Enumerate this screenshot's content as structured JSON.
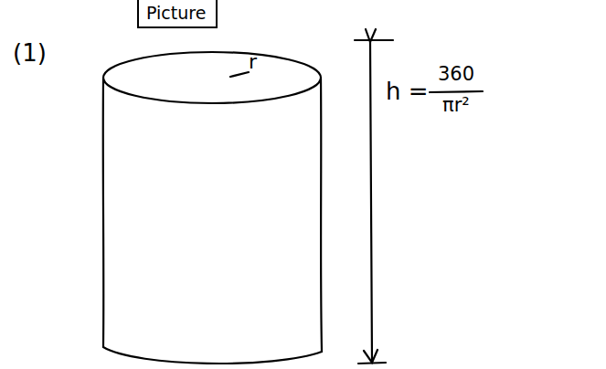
{
  "diagram": {
    "nodes": [
      {
        "text": [
          "Picture"
        ]
      }
    ],
    "labels": [
      "(1)",
      "r",
      "h =",
      "360",
      "πr²"
    ]
  }
}
